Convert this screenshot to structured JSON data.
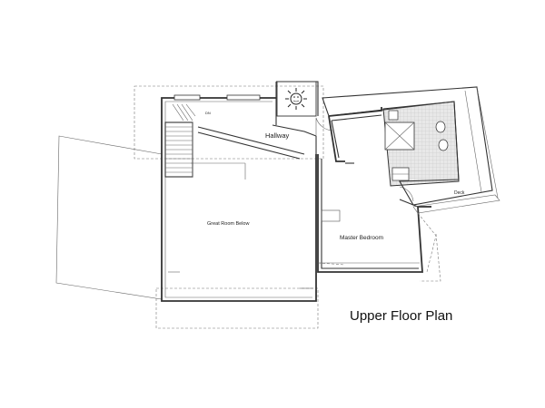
{
  "title": "Upper Floor Plan",
  "rooms": {
    "hallway": "Hallway",
    "great_room": "Great Room Below",
    "master_bedroom": "Master Bedroom",
    "deck": "Deck"
  },
  "small_marks": {
    "stair_dn": "DN"
  }
}
